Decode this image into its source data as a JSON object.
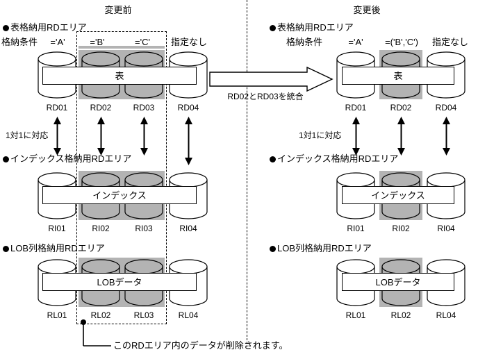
{
  "titles": {
    "before": "変更前",
    "after": "変更後"
  },
  "labels": {
    "storage_condition": "格納条件",
    "one_to_one": "1対1に対応",
    "merge_arrow": "RD02とRD03を統合",
    "footnote": "このRDエリア内のデータが削除されます。"
  },
  "colors": {
    "gray_band": "#b3b3b3",
    "line": "#000000",
    "background": "#ffffff"
  },
  "before": {
    "sections": [
      {
        "heading": "表格納用RDエリア",
        "bar_label": "表",
        "conditions": [
          "='A'",
          "='B'",
          "='C'",
          "指定なし"
        ],
        "areas": [
          "RD01",
          "RD02",
          "RD03",
          "RD04"
        ]
      },
      {
        "heading": "インデックス格納用RDエリア",
        "bar_label": "インデックス",
        "conditions": [],
        "areas": [
          "RI01",
          "RI02",
          "RI03",
          "RI04"
        ]
      },
      {
        "heading": "LOB列格納用RDエリア",
        "bar_label": "LOBデータ",
        "conditions": [],
        "areas": [
          "RL01",
          "RL02",
          "RL03",
          "RL04"
        ]
      }
    ]
  },
  "after": {
    "sections": [
      {
        "heading": "表格納用RDエリア",
        "bar_label": "表",
        "conditions": [
          "='A'",
          "=('B','C')",
          "指定なし"
        ],
        "areas": [
          "RD01",
          "RD02",
          "RD04"
        ]
      },
      {
        "heading": "インデックス格納用RDエリア",
        "bar_label": "インデックス",
        "conditions": [],
        "areas": [
          "RI01",
          "RI02",
          "RI04"
        ]
      },
      {
        "heading": "LOB列格納用RDエリア",
        "bar_label": "LOBデータ",
        "conditions": [],
        "areas": [
          "RL01",
          "RL02",
          "RL04"
        ]
      }
    ]
  }
}
